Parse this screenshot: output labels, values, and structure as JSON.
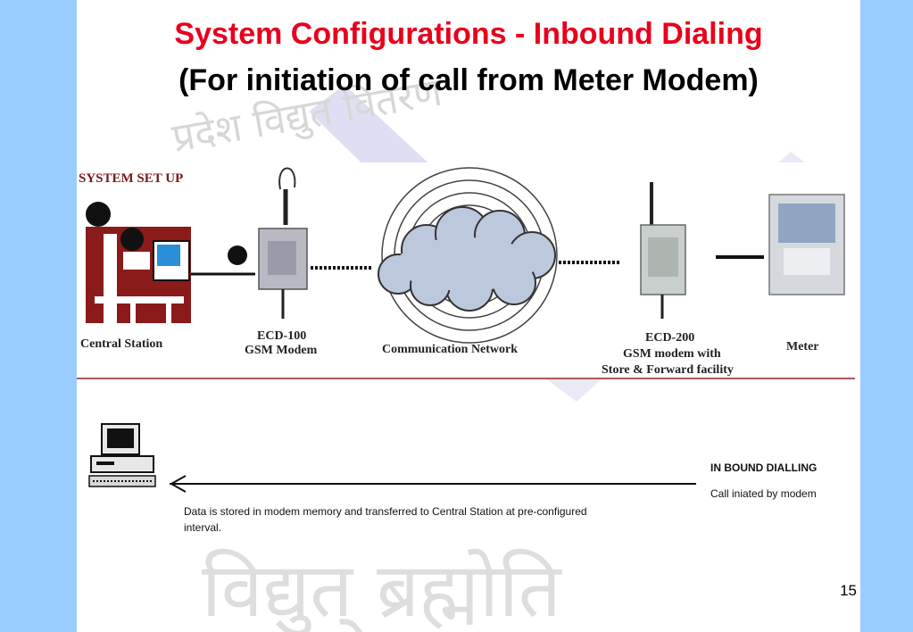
{
  "slide": {
    "title": "System Configurations - Inbound Dialing",
    "subtitle": "(For initiation of call from Meter Modem)",
    "page_number": "15"
  },
  "watermark": {
    "top_text": "प्रदेश विद्युत वितरण",
    "bottom_text": "विद्युत् ब्रह्मोति"
  },
  "setup": {
    "heading": "SYSTEM SET UP",
    "central_station": "Central Station",
    "ecd100_line1": "ECD-100",
    "ecd100_line2": "GSM Modem",
    "network": "Communication Network",
    "ecd200_line1": "ECD-200",
    "ecd200_line2": "GSM modem with",
    "ecd200_line3": "Store & Forward facility",
    "meter": "Meter"
  },
  "inbound": {
    "heading": "IN BOUND DIALLING",
    "caption": "Call iniated by modem",
    "note_line1": "Data is stored in modem memory and transferred to Central Station at pre-configured",
    "note_line2": "interval."
  },
  "colors": {
    "title_red": "#e8001c",
    "border_blue": "#99ccff",
    "station_maroon": "#8b1a1a"
  }
}
